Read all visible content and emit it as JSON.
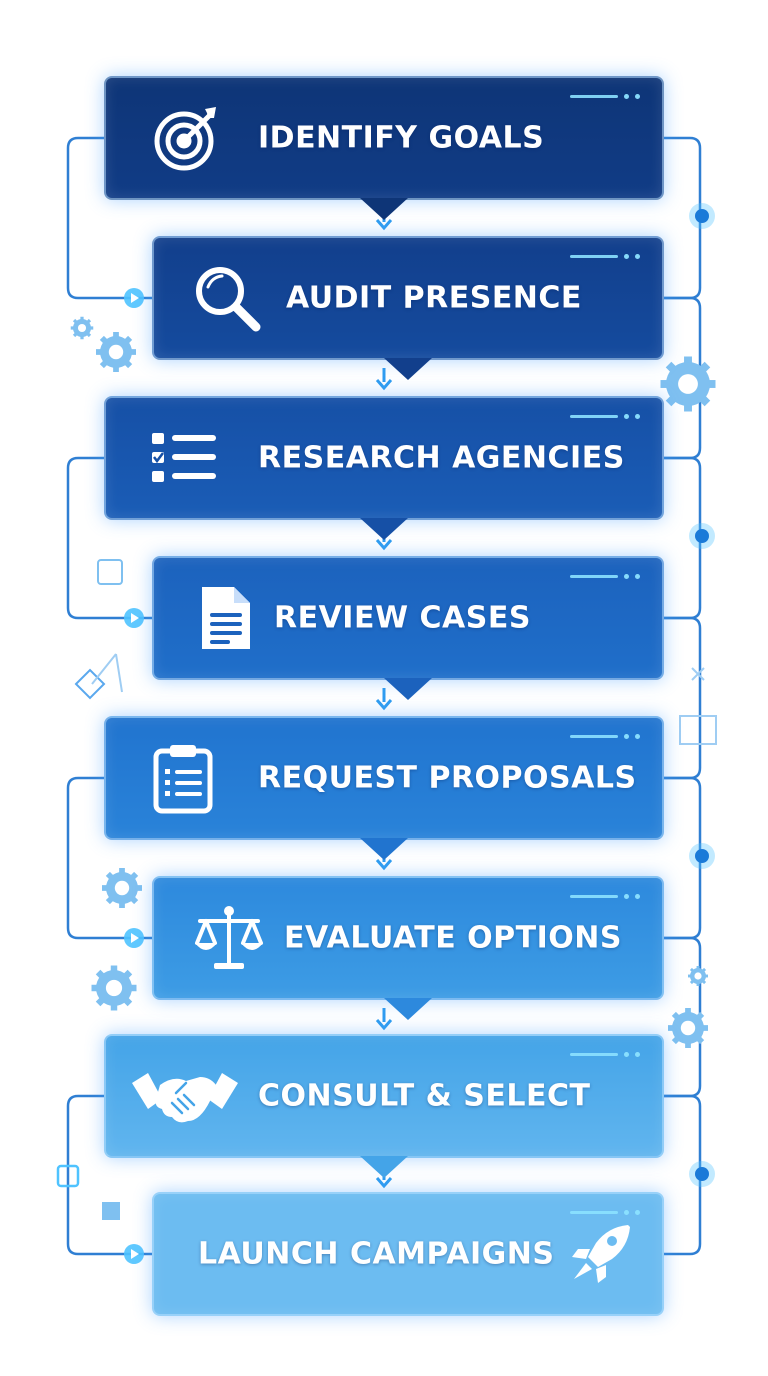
{
  "steps": [
    {
      "label": "IDENTIFY GOALS",
      "icon": "target-icon"
    },
    {
      "label": "AUDIT PRESENCE",
      "icon": "magnifier-icon"
    },
    {
      "label": "RESEARCH AGENCIES",
      "icon": "checklist-icon"
    },
    {
      "label": "REVIEW CASES",
      "icon": "document-icon"
    },
    {
      "label": "REQUEST PROPOSALS",
      "icon": "clipboard-icon"
    },
    {
      "label": "EVALUATE OPTIONS",
      "icon": "scales-icon"
    },
    {
      "label": "CONSULT & SELECT",
      "icon": "handshake-icon"
    },
    {
      "label": "LAUNCH CAMPAIGNS",
      "icon": "rocket-icon"
    }
  ],
  "colors": {
    "step_fills": [
      "#0e3577",
      "#123f8c",
      "#1650a6",
      "#1c62bd",
      "#2174cf",
      "#2d89dd",
      "#44a4e8",
      "#6cbcf1"
    ],
    "connector": "#2f7fd3",
    "glow": "#4fc3ff",
    "arrow": "#2f9cf0"
  }
}
